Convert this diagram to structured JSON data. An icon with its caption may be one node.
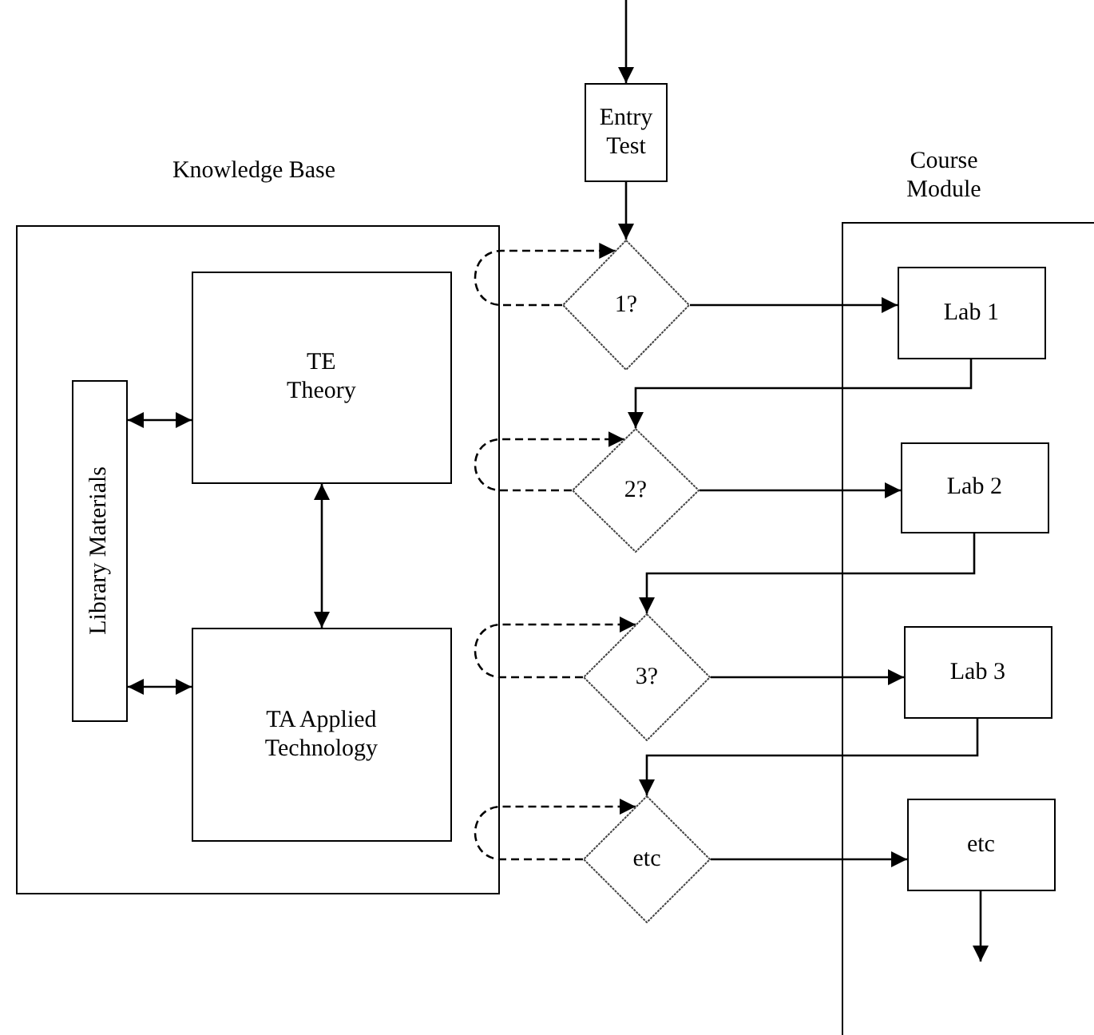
{
  "diagram": {
    "nodes": [
      {
        "text": [
          "Entry Test"
        ]
      },
      {
        "text": [
          "Knowledge Base"
        ]
      },
      {
        "text": [
          "TE Theory"
        ],
        "in": 1
      },
      {
        "text": [
          "Library Materials"
        ],
        "in": 1
      },
      {
        "text": [
          "TA Applied Technology"
        ],
        "in": 1
      },
      {
        "text": [
          "Course Module"
        ]
      },
      {
        "text": [
          "1?"
        ]
      },
      {
        "text": [
          "Lab 1"
        ],
        "in": 5
      },
      {
        "text": [
          "2?"
        ]
      },
      {
        "text": [
          "Lab 2"
        ],
        "in": 5
      },
      {
        "text": [
          "3?"
        ]
      },
      {
        "text": [
          "Lab 3"
        ],
        "in": 5
      },
      {
        "text": [
          "etc"
        ]
      },
      {
        "text": [
          "etc"
        ],
        "in": 5
      }
    ],
    "edges": [
      {
        "from": null,
        "to": 0,
        "arrow": "to"
      },
      {
        "from": 0,
        "to": 6,
        "arrow": "to"
      },
      {
        "from": 3,
        "to": 2,
        "arrow": "both"
      },
      {
        "from": 2,
        "to": 4,
        "arrow": "both"
      },
      {
        "from": 3,
        "to": 4,
        "arrow": "both"
      },
      {
        "from": 6,
        "to": 6,
        "arrow": "to",
        "style": "dashed"
      },
      {
        "from": 6,
        "to": 7,
        "arrow": "to"
      },
      {
        "from": 7,
        "to": 8,
        "arrow": "to"
      },
      {
        "from": 8,
        "to": 8,
        "arrow": "to",
        "style": "dashed"
      },
      {
        "from": 8,
        "to": 9,
        "arrow": "to"
      },
      {
        "from": 9,
        "to": 10,
        "arrow": "to"
      },
      {
        "from": 10,
        "to": 10,
        "arrow": "to",
        "style": "dashed"
      },
      {
        "from": 10,
        "to": 11,
        "arrow": "to"
      },
      {
        "from": 11,
        "to": 12,
        "arrow": "to"
      },
      {
        "from": 12,
        "to": 12,
        "arrow": "to",
        "style": "dashed"
      },
      {
        "from": 12,
        "to": 13,
        "arrow": "to"
      },
      {
        "from": 13,
        "to": null,
        "arrow": "to"
      }
    ]
  }
}
